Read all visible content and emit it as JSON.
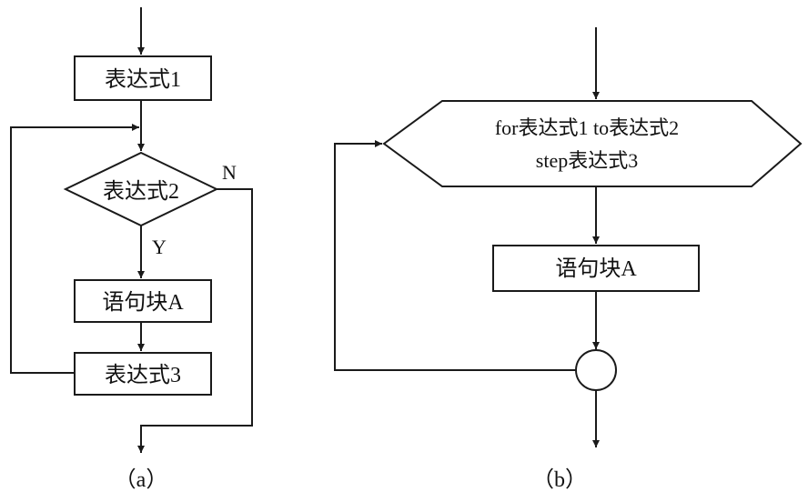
{
  "diagram_a": {
    "box1": "表达式1",
    "decision": "表达式2",
    "no_label": "N",
    "yes_label": "Y",
    "block": "语句块A",
    "box3": "表达式3",
    "caption": "（a）"
  },
  "diagram_b": {
    "loop_line1": "for表达式1 to表达式2",
    "loop_line2": "step表达式3",
    "block": "语句块A",
    "caption": "（b）"
  },
  "colors": {
    "line": "#1a1a1a",
    "text": "#111111"
  }
}
